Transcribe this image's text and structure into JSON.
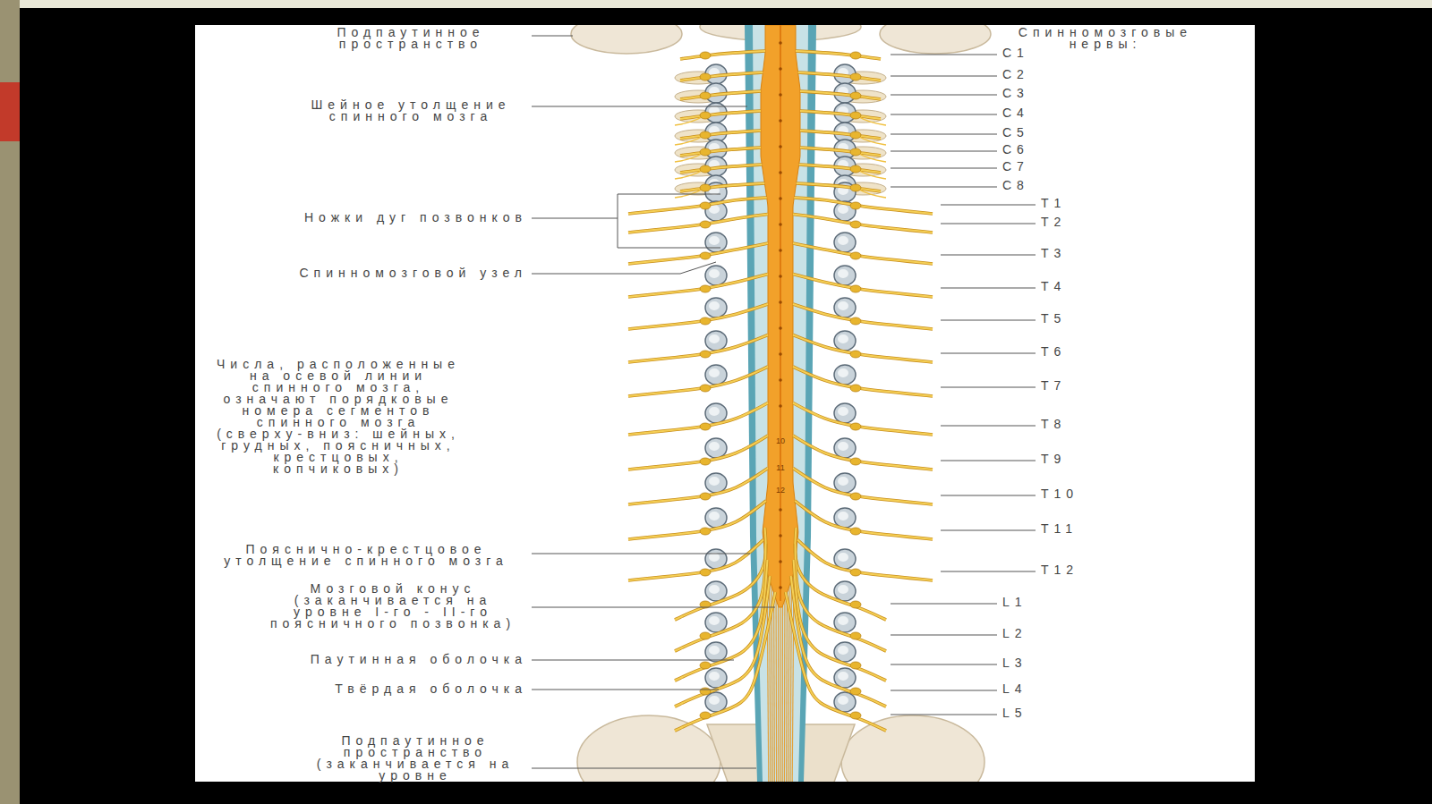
{
  "diagram": {
    "labels": [
      "Подпаутинное пространство",
      "Спинномозговые нервы:",
      "Шейное утолщение спинного мозга",
      "C1",
      "C2",
      "C3",
      "C4",
      "C5",
      "C6",
      "C7",
      "C8",
      "T1",
      "T2",
      "T3",
      "T4",
      "T5",
      "T6",
      "T7",
      "T8",
      "T9",
      "T10",
      "T11",
      "T12",
      "L1",
      "L2",
      "L3",
      "L4",
      "L5",
      "Ножки дуг позвонков",
      "Спинномозговой узел",
      "Числа, расположенные на осевой линии спинного мозга, означают порядковые номера сегментов спинного мозга (сверху-вниз: шейных, грудных, поясничных, крестцовых, копчиковых)",
      "10",
      "11",
      "12",
      "Пояснично-крестцовое утолщение спинного мозга",
      "Мозговой конус (заканчивается на уровне I-го - II-го поясничного позвонка)",
      "Паутинная оболочка",
      "Твёрдая оболочка",
      "Подпаутинное пространство (заканчивается на уровне"
    ]
  }
}
